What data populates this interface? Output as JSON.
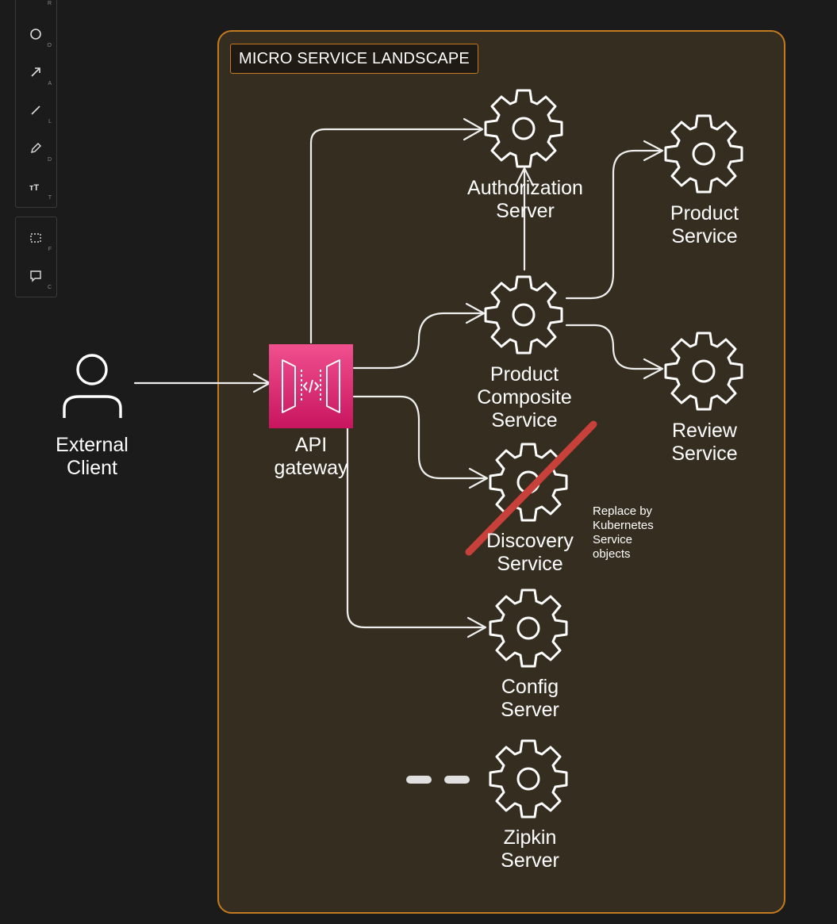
{
  "toolbar": {
    "tools": [
      {
        "icon": "ellipse-icon",
        "key": "O"
      },
      {
        "icon": "arrow-icon",
        "key": "A"
      },
      {
        "icon": "line-icon",
        "key": "L"
      },
      {
        "icon": "pencil-icon",
        "key": "D"
      },
      {
        "icon": "text-icon",
        "key": "T"
      },
      {
        "icon": "frame-icon",
        "key": "F"
      },
      {
        "icon": "comment-icon",
        "key": "C"
      }
    ],
    "partial_key": "R"
  },
  "frame": {
    "title": "MICRO SERVICE LANDSCAPE"
  },
  "nodes": {
    "external_client": "External\nClient",
    "api_gateway": "API\ngateway",
    "authorization_server": "Authorization\nServer",
    "product_composite_service": "Product\nComposite\nService",
    "product_service": "Product\nService",
    "review_service": "Review\nService",
    "discovery_service": "Discovery\nService",
    "config_server": "Config\nServer",
    "zipkin_server": "Zipkin\nServer"
  },
  "annotation": "Replace by\nKubernetes\nService\nobjects",
  "colors": {
    "frame_border": "#c47a1e",
    "frame_fill": "#352d20",
    "gateway_pink": "#e7157b",
    "strike_red": "#c8403a",
    "canvas": "#1b1b1b"
  }
}
